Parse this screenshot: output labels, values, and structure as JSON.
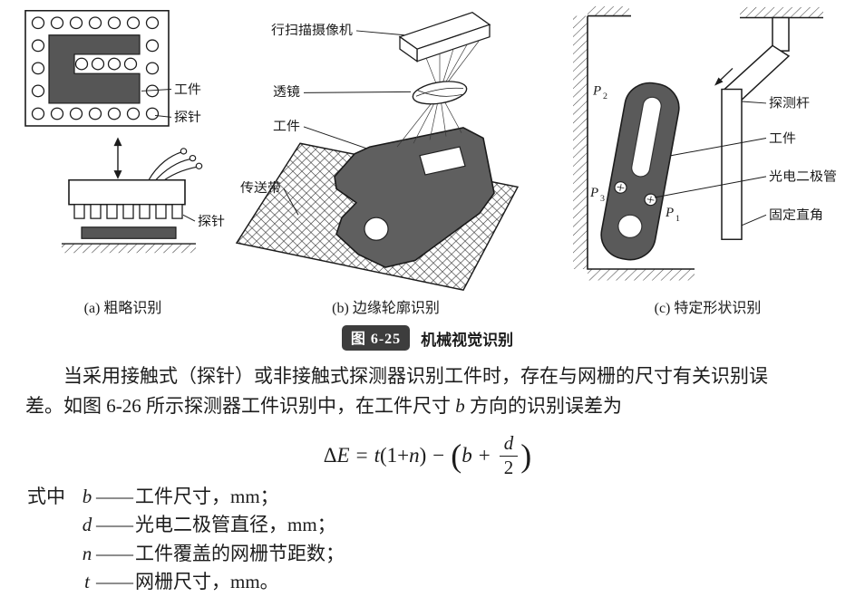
{
  "figure": {
    "panels": [
      {
        "caption": "(a) 粗略识别",
        "labels": {
          "workpiece": "工件",
          "probe1": "探针",
          "probe2": "探针"
        }
      },
      {
        "caption": "(b) 边缘轮廓识别",
        "labels": {
          "camera": "行扫描摄像机",
          "lens": "透镜",
          "workpiece": "工件",
          "conveyor": "传送带"
        }
      },
      {
        "caption": "(c) 特定形状识别",
        "labels": {
          "probe_rod": "探测杆",
          "workpiece": "工件",
          "photodiode": "光电二极管",
          "fixed_right_angle": "固定直角",
          "p2_base": "P",
          "p2_sub": "2",
          "p3_base": "P",
          "p3_sub": "3",
          "p1_base": "P",
          "p1_sub": "1"
        }
      }
    ],
    "caption": {
      "badge": "图 6-25",
      "title": "机械视觉识别"
    }
  },
  "bodytext": {
    "line1": "当采用接触式（探针）或非接触式探测器识别工件时，存在与网栅的尺寸有关识别误",
    "line2a": "差。如图 6-26 所示探测器工件识别中，在工件尺寸 ",
    "line2b": "b",
    "line2c": " 方向的识别误差为"
  },
  "formula": {
    "delta": "Δ",
    "E": "E",
    "equals": "=",
    "t": "t",
    "open1": "(",
    "one_plus": "1+",
    "n": "n",
    "close1": ")",
    "minus": "−",
    "open2": "(",
    "b": "b",
    "plus": "+",
    "frac_num": "d",
    "frac_den": "2",
    "close2": ")"
  },
  "where": {
    "label": "式中",
    "items": [
      {
        "symbol": "b",
        "dash": "——",
        "desc": "工件尺寸，mm；"
      },
      {
        "symbol": "d",
        "dash": "——",
        "desc": "光电二极管直径，mm；"
      },
      {
        "symbol": "n",
        "dash": "——",
        "desc": "工件覆盖的网栅节距数；"
      },
      {
        "symbol": "t",
        "dash": "——",
        "desc": "网栅尺寸，mm。"
      }
    ]
  },
  "colors": {
    "ink": "#1c1c1c",
    "workpiece_gray": "#5a5a5a",
    "badge_bg": "#3d3d3d"
  }
}
